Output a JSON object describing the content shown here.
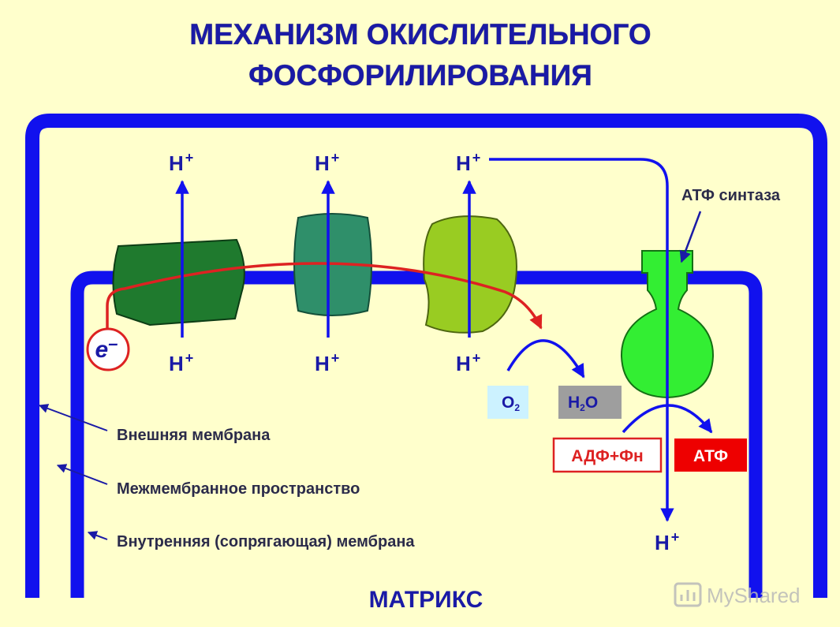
{
  "title": {
    "line1": "МЕХАНИЗМ ОКИСЛИТЕЛЬНОГО",
    "line2": "ФОСФОРИЛИРОВАНИЯ"
  },
  "protons": {
    "symbol": "Н",
    "charge": "+"
  },
  "atp_synthase_label": "АТФ синтаза",
  "electron": {
    "symbol": "е",
    "charge": "–"
  },
  "o2": {
    "base": "О",
    "sub": "2"
  },
  "h2o": {
    "pre": "Н",
    "sub": "2",
    "post": "О"
  },
  "adp_label": "АДФ+Фн",
  "atp_label": "АТФ",
  "labels": {
    "outer_membrane": "Внешняя  мембрана",
    "intermembrane_space": "Межмембранное пространство",
    "inner_membrane": "Внутренняя (сопрягающая) мембрана"
  },
  "matrix_label": "МАТРИКС",
  "watermark": "MyShared",
  "colors": {
    "background": "#ffffcc",
    "membrane": "#1111ee",
    "complex1": "#1f7a2e",
    "complex3": "#2f8f6a",
    "complex4": "#99cc22",
    "atp_synthase": "#33ee33",
    "electron_path": "#dd2222",
    "title": "#1a1aa6"
  }
}
